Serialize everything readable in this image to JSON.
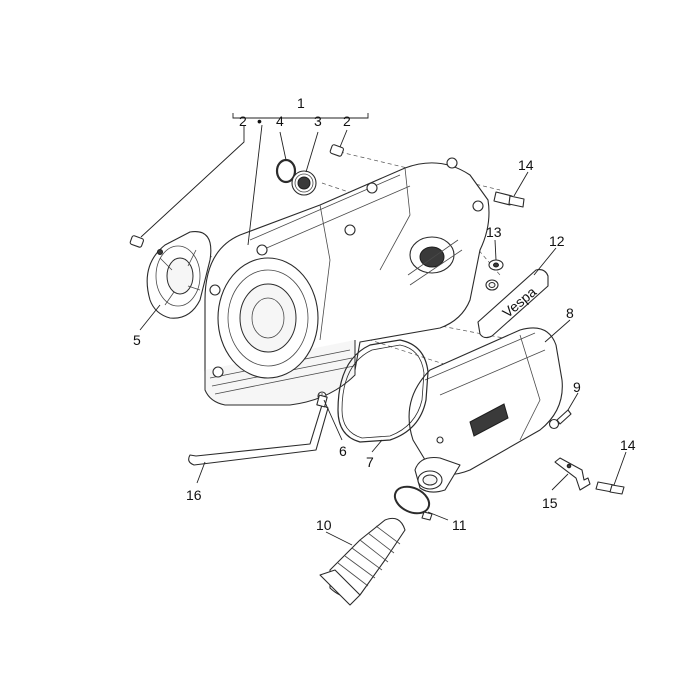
{
  "callouts": {
    "c1": "1",
    "c2a": "2",
    "bullet": "•",
    "c4": "4",
    "c3": "3",
    "c2b": "2",
    "c14a": "14",
    "c13": "13",
    "c12": "12",
    "c5": "5",
    "c8": "8",
    "c9": "9",
    "c6": "6",
    "c7": "7",
    "c14b": "14",
    "c16": "16",
    "c15": "15",
    "c10": "10",
    "c11": "11"
  },
  "logo_text": "Vespa"
}
